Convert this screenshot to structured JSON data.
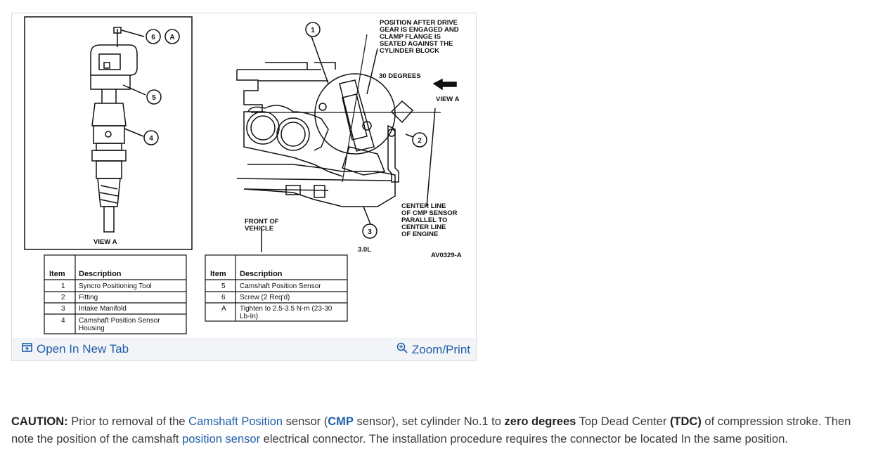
{
  "figure": {
    "left_panel_label": "VIEW A",
    "callouts": {
      "c1": "1",
      "c2": "2",
      "c3": "3",
      "c4": "4",
      "c5": "5",
      "c6": "6",
      "cA": "A"
    },
    "position_note": [
      "POSITION AFTER DRIVE",
      "GEAR IS ENGAGED AND",
      "CLAMP FLANGE IS",
      "SEATED AGAINST THE",
      "CYLINDER BLOCK"
    ],
    "degrees_label": "30 DEGREES",
    "view_a_label": "VIEW A",
    "front_label": [
      "FRONT OF",
      "VEHICLE"
    ],
    "centerline_note": [
      "CENTER LINE",
      "OF CMP SENSOR",
      "PARALLEL TO",
      "CENTER LINE",
      "OF ENGINE"
    ],
    "engine_label": "3.0L",
    "ref_code": "AV0329-A",
    "table_left": {
      "headers": [
        "Item",
        "Description"
      ],
      "rows": [
        [
          "1",
          "Syncro Positioning Tool"
        ],
        [
          "2",
          "Fitting"
        ],
        [
          "3",
          "Intake Manifold"
        ],
        [
          "4",
          "Camshaft Position Sensor",
          "Housing"
        ]
      ]
    },
    "table_right": {
      "headers": [
        "Item",
        "Description"
      ],
      "rows": [
        [
          "5",
          "Camshaft Position Sensor"
        ],
        [
          "6",
          "Screw (2 Req'd)"
        ],
        [
          "A",
          "Tighten to 2.5-3.5 N-m (23-30",
          "Lb-In)"
        ]
      ]
    }
  },
  "footer": {
    "open_label": "Open In New Tab",
    "zoom_label": "Zoom/Print",
    "open_icon": "external-window-icon",
    "zoom_icon": "magnifier-plus-icon"
  },
  "caution": {
    "label": "CAUTION:",
    "t1": " Prior to removal of the ",
    "link1": "Camshaft Position",
    "t2": " sensor (",
    "cmp": "CMP",
    "t3": " sensor), set cylinder No.1 to ",
    "zero": "zero degrees",
    "t4": " Top Dead Center ",
    "tdc": "(TDC)",
    "t5": " of compression stroke. Then note the position of the camshaft ",
    "link2": "position sensor",
    "t6": " electrical connector. The installation procedure requires the connector be located In the same position."
  },
  "colors": {
    "link": "#1f5fa8",
    "footer_bg": "#f3f4f8"
  }
}
